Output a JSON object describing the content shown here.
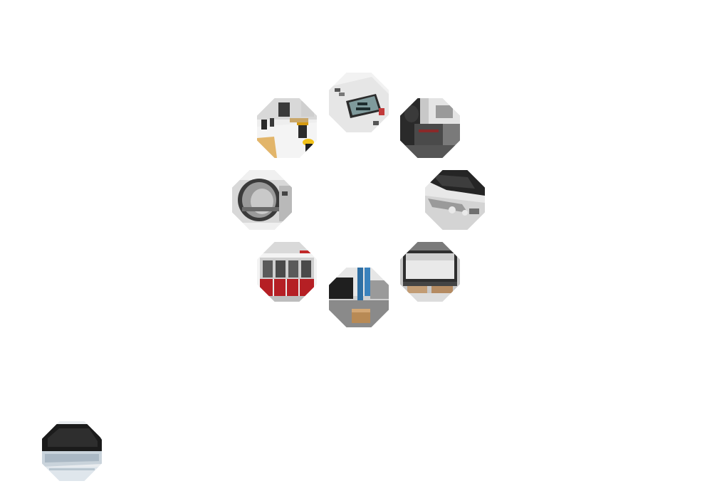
{
  "tiles": [
    {
      "subject": "clean-room-floor"
    },
    {
      "subject": "digital-display-device"
    },
    {
      "subject": "worker-at-machine"
    },
    {
      "subject": "vacuum-chamber"
    },
    {
      "subject": "metal-bracket-part"
    },
    {
      "subject": "red-booth-enclosure"
    },
    {
      "subject": "blue-duct-workstation"
    },
    {
      "subject": "oven-cabinet"
    },
    {
      "subject": "tinted-cover-product"
    }
  ]
}
